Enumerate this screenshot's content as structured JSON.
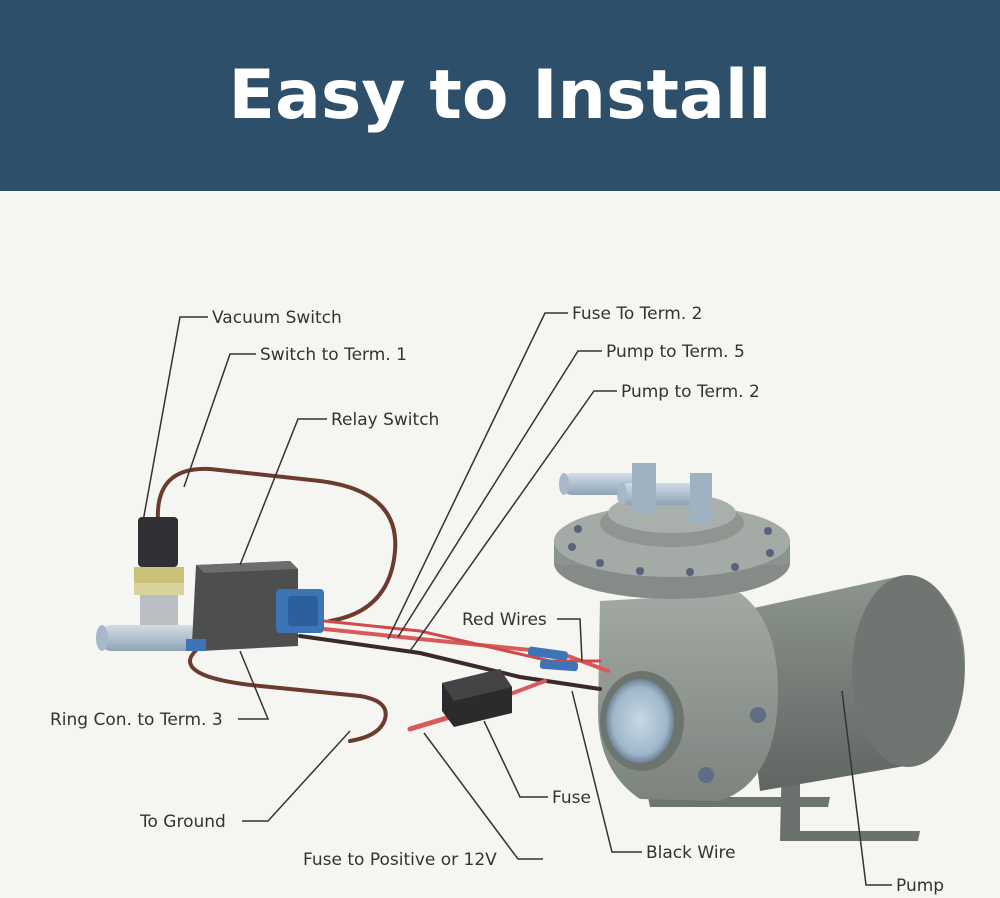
{
  "banner": {
    "title": "Easy to Install",
    "bg_color": "#2e4f6a",
    "text_color": "#ffffff"
  },
  "labels": {
    "vacuum_switch": "Vacuum Switch",
    "switch_to_term1": "Switch to Term. 1",
    "relay_switch": "Relay Switch",
    "fuse_to_term2": "Fuse To Term. 2",
    "pump_to_term5": "Pump to Term. 5",
    "pump_to_term2": "Pump to Term. 2",
    "red_wires": "Red Wires",
    "ring_con_to_term3": "Ring Con. to Term. 3",
    "fuse": "Fuse",
    "to_ground": "To Ground",
    "black_wire": "Black Wire",
    "fuse_to_positive": "Fuse to Positive or 12V",
    "pump": "Pump"
  },
  "colors": {
    "pump_body": "#7d847f",
    "brown_wire": "#6b3b2e",
    "red_wire": "#d95a5a",
    "connector_blue": "#3d74b8",
    "tube": "#b7c6d3"
  }
}
